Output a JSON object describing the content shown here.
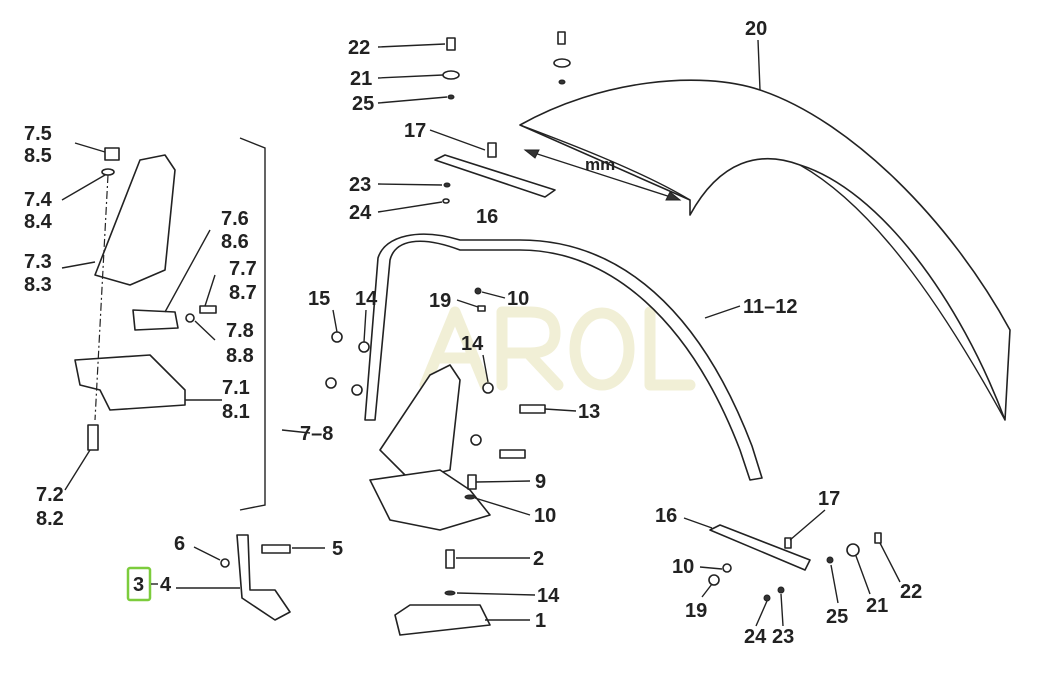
{
  "watermark": "AROL",
  "highlight_color": "#7ccc3c",
  "labels": {
    "l22a": "22",
    "l21a": "21",
    "l25a": "25",
    "l20": "20",
    "l17a": "17",
    "l23a": "23",
    "l24a": "24",
    "l16a": "16",
    "mm": "mm",
    "l15": "15",
    "l14a": "14",
    "l19a": "19",
    "l10a": "10",
    "l1112": "11–12",
    "l14b": "14",
    "l13": "13",
    "l9": "9",
    "l10b": "10",
    "l78": "7–8",
    "l75": "7.5",
    "l85": "8.5",
    "l74": "7.4",
    "l84": "8.4",
    "l73": "7.3",
    "l83": "8.3",
    "l76": "7.6",
    "l86": "8.6",
    "l77": "7.7",
    "l87": "8.7",
    "l7_8": "7.8",
    "l88": "8.8",
    "l71": "7.1",
    "l81": "8.1",
    "l72": "7.2",
    "l82": "8.2",
    "l6": "6",
    "l5": "5",
    "l3": "3",
    "l4": "4",
    "l2": "2",
    "l14c": "14",
    "l1": "1",
    "l16b": "16",
    "l17b": "17",
    "l10c": "10",
    "l19b": "19",
    "l24b": "24",
    "l23b": "23",
    "l25b": "25",
    "l21b": "21",
    "l22b": "22"
  }
}
